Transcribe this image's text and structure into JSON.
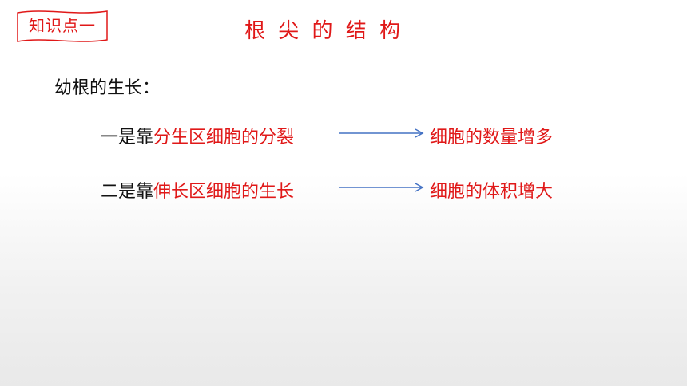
{
  "header": {
    "badge": "知识点一",
    "title": "根 尖 的 结 构"
  },
  "subtitle": "幼根的生长：",
  "rows": [
    {
      "prefix": "一是靠",
      "highlight": "分生区细胞的分裂",
      "result": "细胞的数量增多"
    },
    {
      "prefix": "二是靠",
      "highlight": "伸长区细胞的生长",
      "result": "细胞的体积增大"
    }
  ],
  "colors": {
    "accent": "#e01818",
    "arrow": "#4472c4"
  }
}
